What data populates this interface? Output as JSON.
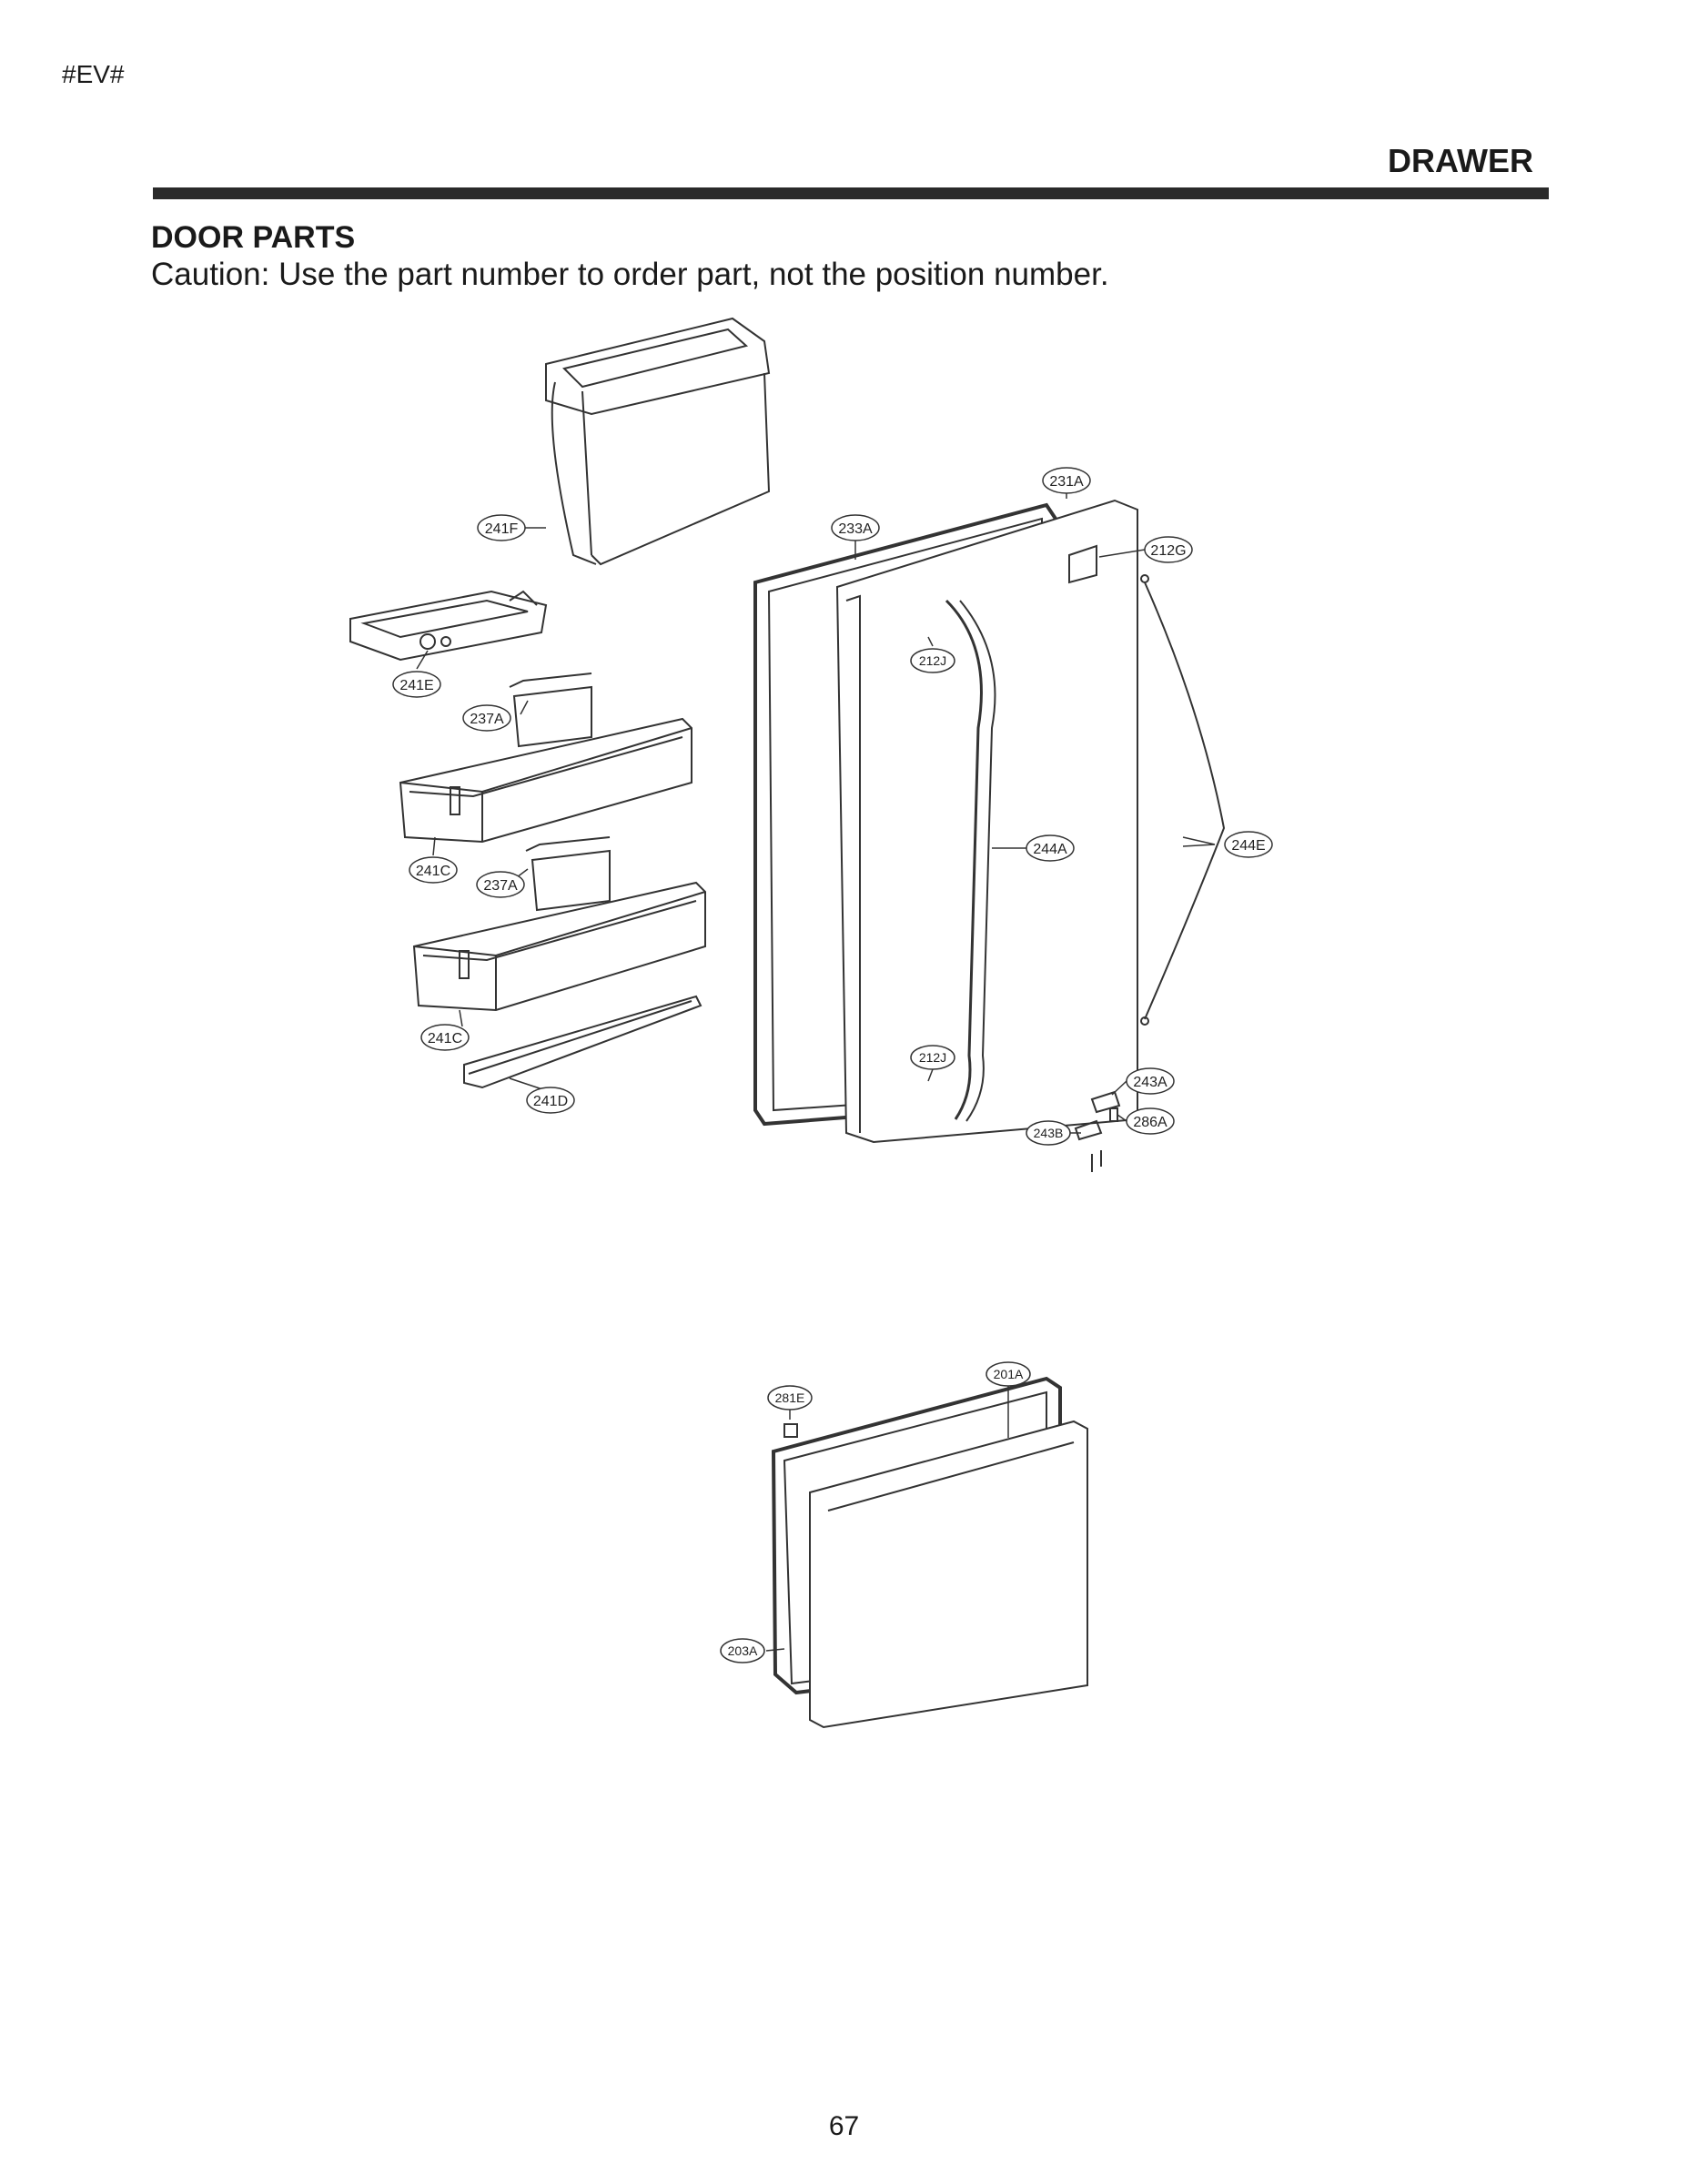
{
  "header": {
    "code": "#EV#",
    "section": "DRAWER"
  },
  "heading": {
    "title": "DOOR PARTS",
    "caution": "Caution: Use the part number to order part, not the position number."
  },
  "upper_diagram": {
    "callouts": {
      "c231A": "231A",
      "c241F": "241F",
      "c233A": "233A",
      "c212G": "212G",
      "c212J_top": "212J",
      "c241E": "241E",
      "c237A_1": "237A",
      "c244A": "244A",
      "c244E": "244E",
      "c241C_1": "241C",
      "c237A_2": "237A",
      "c241C_2": "241C",
      "c212J_bottom": "212J",
      "c243A": "243A",
      "c241D": "241D",
      "c286A": "286A",
      "c243B": "243B"
    }
  },
  "lower_diagram": {
    "callouts": {
      "c201A": "201A",
      "c281E": "281E",
      "c203A": "203A"
    }
  },
  "footer": {
    "page_number": "67"
  }
}
